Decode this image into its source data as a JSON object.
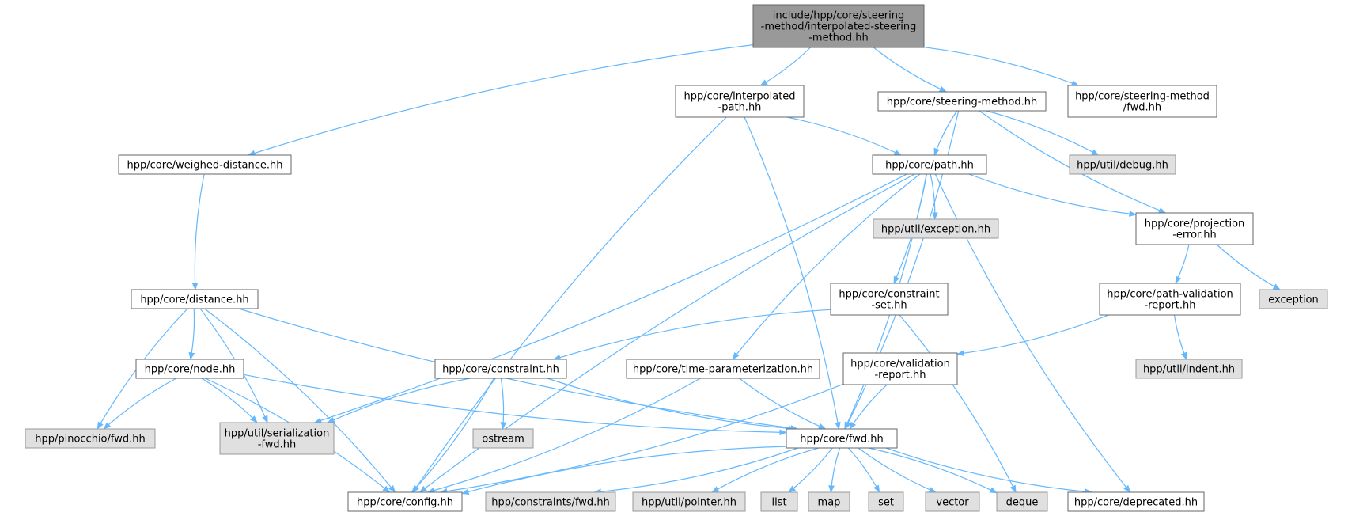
{
  "colors": {
    "root_fill": "#999999",
    "local_fill": "#ffffff",
    "external_fill": "#e0e0e0",
    "node_stroke": "#666666",
    "external_stroke": "#999999",
    "edge": "#63b8ff"
  },
  "nodes": {
    "root": {
      "lines": [
        "include/hpp/core/steering",
        "-method/interpolated-steering",
        "-method.hh"
      ],
      "kind": "root"
    },
    "interp_path": {
      "lines": [
        "hpp/core/interpolated",
        "-path.hh"
      ],
      "kind": "local"
    },
    "steering_method": {
      "lines": [
        "hpp/core/steering-method.hh"
      ],
      "kind": "local"
    },
    "sm_fwd": {
      "lines": [
        "hpp/core/steering-method",
        "/fwd.hh"
      ],
      "kind": "local"
    },
    "weighed_distance": {
      "lines": [
        "hpp/core/weighed-distance.hh"
      ],
      "kind": "local"
    },
    "path": {
      "lines": [
        "hpp/core/path.hh"
      ],
      "kind": "local"
    },
    "util_debug": {
      "lines": [
        "hpp/util/debug.hh"
      ],
      "kind": "external"
    },
    "util_exception": {
      "lines": [
        "hpp/util/exception.hh"
      ],
      "kind": "external"
    },
    "projection_error": {
      "lines": [
        "hpp/core/projection",
        "-error.hh"
      ],
      "kind": "local"
    },
    "distance": {
      "lines": [
        "hpp/core/distance.hh"
      ],
      "kind": "local"
    },
    "constraint_set": {
      "lines": [
        "hpp/core/constraint",
        "-set.hh"
      ],
      "kind": "local"
    },
    "path_validation_report": {
      "lines": [
        "hpp/core/path-validation",
        "-report.hh"
      ],
      "kind": "local"
    },
    "exception": {
      "lines": [
        "exception"
      ],
      "kind": "external"
    },
    "node": {
      "lines": [
        "hpp/core/node.hh"
      ],
      "kind": "local"
    },
    "constraint": {
      "lines": [
        "hpp/core/constraint.hh"
      ],
      "kind": "local"
    },
    "time_param": {
      "lines": [
        "hpp/core/time-parameterization.hh"
      ],
      "kind": "local"
    },
    "validation_report": {
      "lines": [
        "hpp/core/validation",
        "-report.hh"
      ],
      "kind": "local"
    },
    "util_indent": {
      "lines": [
        "hpp/util/indent.hh"
      ],
      "kind": "external"
    },
    "pinocchio_fwd": {
      "lines": [
        "hpp/pinocchio/fwd.hh"
      ],
      "kind": "external"
    },
    "util_serialization": {
      "lines": [
        "hpp/util/serialization",
        "-fwd.hh"
      ],
      "kind": "external"
    },
    "ostream": {
      "lines": [
        "ostream"
      ],
      "kind": "external"
    },
    "core_fwd": {
      "lines": [
        "hpp/core/fwd.hh"
      ],
      "kind": "local"
    },
    "config": {
      "lines": [
        "hpp/core/config.hh"
      ],
      "kind": "local"
    },
    "constraints_fwd": {
      "lines": [
        "hpp/constraints/fwd.hh"
      ],
      "kind": "external"
    },
    "util_pointer": {
      "lines": [
        "hpp/util/pointer.hh"
      ],
      "kind": "external"
    },
    "list": {
      "lines": [
        "list"
      ],
      "kind": "external"
    },
    "map": {
      "lines": [
        "map"
      ],
      "kind": "external"
    },
    "set": {
      "lines": [
        "set"
      ],
      "kind": "external"
    },
    "vector": {
      "lines": [
        "vector"
      ],
      "kind": "external"
    },
    "deque": {
      "lines": [
        "deque"
      ],
      "kind": "external"
    },
    "deprecated": {
      "lines": [
        "hpp/core/deprecated.hh"
      ],
      "kind": "local"
    }
  },
  "edges": [
    [
      "root",
      "interp_path"
    ],
    [
      "root",
      "steering_method"
    ],
    [
      "root",
      "sm_fwd"
    ],
    [
      "root",
      "weighed_distance"
    ],
    [
      "interp_path",
      "path"
    ],
    [
      "interp_path",
      "config"
    ],
    [
      "interp_path",
      "core_fwd"
    ],
    [
      "steering_method",
      "path"
    ],
    [
      "steering_method",
      "util_debug"
    ],
    [
      "steering_method",
      "projection_error"
    ],
    [
      "steering_method",
      "core_fwd"
    ],
    [
      "weighed_distance",
      "distance"
    ],
    [
      "path",
      "util_exception"
    ],
    [
      "path",
      "projection_error"
    ],
    [
      "path",
      "constraint_set"
    ],
    [
      "path",
      "time_param"
    ],
    [
      "path",
      "core_fwd"
    ],
    [
      "path",
      "config"
    ],
    [
      "path",
      "util_serialization"
    ],
    [
      "path",
      "deprecated"
    ],
    [
      "projection_error",
      "path_validation_report"
    ],
    [
      "projection_error",
      "exception"
    ],
    [
      "path_validation_report",
      "validation_report"
    ],
    [
      "path_validation_report",
      "util_indent"
    ],
    [
      "distance",
      "node"
    ],
    [
      "distance",
      "pinocchio_fwd"
    ],
    [
      "distance",
      "util_serialization"
    ],
    [
      "distance",
      "core_fwd"
    ],
    [
      "distance",
      "config"
    ],
    [
      "constraint_set",
      "constraint"
    ],
    [
      "constraint_set",
      "deque"
    ],
    [
      "node",
      "pinocchio_fwd"
    ],
    [
      "node",
      "util_serialization"
    ],
    [
      "node",
      "core_fwd"
    ],
    [
      "node",
      "config"
    ],
    [
      "constraint",
      "util_serialization"
    ],
    [
      "constraint",
      "ostream"
    ],
    [
      "constraint",
      "core_fwd"
    ],
    [
      "constraint",
      "config"
    ],
    [
      "time_param",
      "core_fwd"
    ],
    [
      "time_param",
      "config"
    ],
    [
      "validation_report",
      "core_fwd"
    ],
    [
      "validation_report",
      "config"
    ],
    [
      "core_fwd",
      "config"
    ],
    [
      "core_fwd",
      "constraints_fwd"
    ],
    [
      "core_fwd",
      "util_pointer"
    ],
    [
      "core_fwd",
      "list"
    ],
    [
      "core_fwd",
      "map"
    ],
    [
      "core_fwd",
      "set"
    ],
    [
      "core_fwd",
      "vector"
    ],
    [
      "core_fwd",
      "deque"
    ],
    [
      "core_fwd",
      "deprecated"
    ]
  ]
}
